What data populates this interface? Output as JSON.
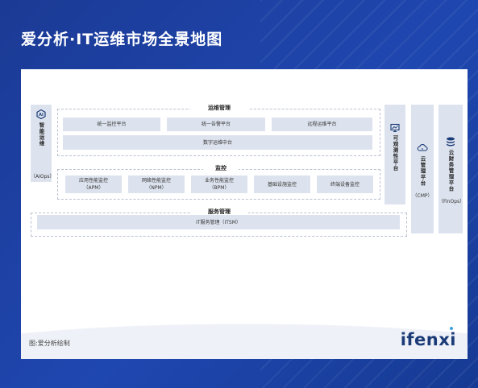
{
  "title": "爱分析·IT运维市场全景地图",
  "left_column": {
    "label": "智能运维",
    "sub": "（AIOps）",
    "icon": "ai-chip-icon"
  },
  "ops_management": {
    "title": "运维管理",
    "items": [
      "统一监控平台",
      "统一告警平台",
      "远程运维平台"
    ],
    "wide_item": "数字运维中台"
  },
  "monitoring": {
    "title": "监控",
    "items": [
      {
        "name": "应用性能监控",
        "abbr": "（APM）"
      },
      {
        "name": "网络性能监控",
        "abbr": "（NPM）"
      },
      {
        "name": "业务性能监控",
        "abbr": "（BPM）"
      },
      {
        "name": "基础设施监控",
        "abbr": ""
      },
      {
        "name": "终端设备监控",
        "abbr": ""
      }
    ]
  },
  "service_management": {
    "title": "服务管理",
    "item": "IT服务管理（ITSM）"
  },
  "observability": {
    "label": "可观测性平台",
    "icon": "monitor-chart-icon"
  },
  "cloud_management": {
    "label": "云管理平台",
    "sub": "（CMP）",
    "icon": "cloud-icon"
  },
  "cloud_finance": {
    "label": "云财务管理平台",
    "sub": "（FinOps）",
    "icon": "database-stack-icon"
  },
  "caption": "图:爱分析绘制",
  "logo": "ifenxi",
  "colors": {
    "background": "#1d3f9a",
    "box": "#dde3ee",
    "logo": "#1b3b78"
  }
}
